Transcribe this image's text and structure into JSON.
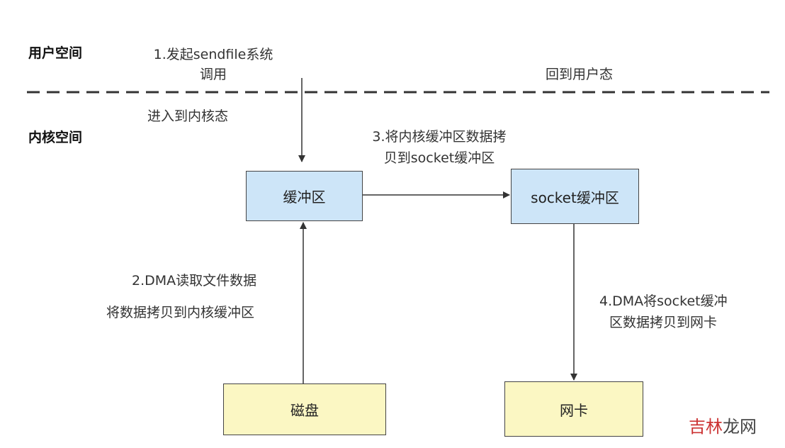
{
  "regions": {
    "user_space": "用户空间",
    "kernel_space": "内核空间"
  },
  "steps": {
    "step1_line1": "1.发起sendfile系统",
    "step1_line2": "调用",
    "enter_kernel": "进入到内核态",
    "back_to_user": "回到用户态",
    "step3_line1": "3.将内核缓冲区数据拷",
    "step3_line2": "贝到socket缓冲区",
    "step2_line1": "2.DMA读取文件数据",
    "step2_line2": "将数据拷贝到内核缓冲区",
    "step4_line1": "4.DMA将socket缓冲",
    "step4_line2": "区数据拷贝到网卡"
  },
  "nodes": {
    "kernel_buffer": "缓冲区",
    "socket_buffer": "socket缓冲区",
    "disk": "磁盘",
    "nic": "网卡"
  },
  "watermark": {
    "part1": "吉林",
    "part2": "龙网"
  },
  "colors": {
    "buffer_fill": "#cde5f8",
    "device_fill": "#fbf7c3",
    "line": "#333333"
  }
}
